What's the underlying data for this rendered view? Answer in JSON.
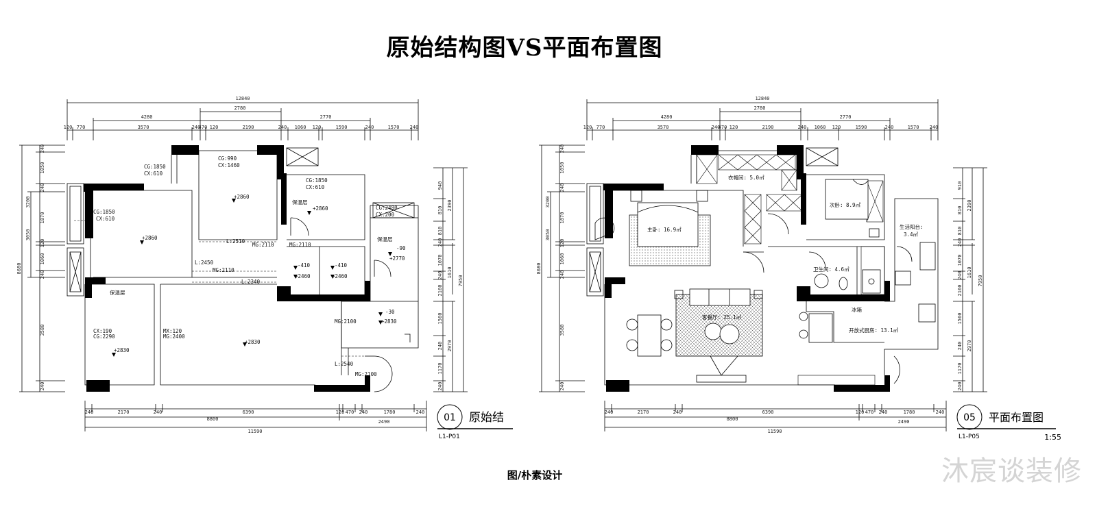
{
  "title": "原始结构图VS平面布置图",
  "credit": "图/朴素设计",
  "watermark": "沐宸谈装修",
  "plans": [
    {
      "badge": {
        "number": "01",
        "name": "原始结",
        "code": "L1-P01",
        "scale": ""
      },
      "top_overall": "12840",
      "top_row2": [
        "4280",
        "2780",
        "2770"
      ],
      "top_row3": [
        "120",
        "770",
        "3570",
        "240",
        "470",
        "120",
        "2190",
        "240",
        "1060",
        "120",
        "1590",
        "240",
        "1570",
        "240"
      ],
      "bottom_row1": [
        "240",
        "2170",
        "240",
        "6390",
        "120",
        "470",
        "240",
        "1780",
        "240"
      ],
      "bottom_row2": [
        "8800",
        "2490"
      ],
      "bottom_overall": "11590",
      "left_segments": [
        "240",
        "1050",
        "240",
        "1870",
        "120",
        "1060",
        "240",
        "3580",
        "240"
      ],
      "left_mid": "3200",
      "left_3050": "3050",
      "left_overall": "8680",
      "right_segments": [
        "940",
        "810",
        "810",
        "240",
        "1070",
        "240",
        "2160",
        "1560",
        "240",
        "1170",
        "240"
      ],
      "right_mid": [
        "2390",
        "1610",
        "2970"
      ],
      "right_overall": "7950",
      "labels": [
        {
          "t": "CG:1850"
        },
        {
          "t": "CX:610"
        },
        {
          "t": "CG:990"
        },
        {
          "t": "CX:1460"
        },
        {
          "t": "CG:1850"
        },
        {
          "t": "CX:610"
        },
        {
          "t": "CG:2480"
        },
        {
          "t": "CX:200"
        },
        {
          "t": "CG:1850"
        },
        {
          "t": "CX:610"
        },
        {
          "t": "+2860"
        },
        {
          "t": "+2860"
        },
        {
          "t": "+2860"
        },
        {
          "t": "保温层"
        },
        {
          "t": "保温层"
        },
        {
          "t": "保温层"
        },
        {
          "t": "L:2510"
        },
        {
          "t": "MG:2110"
        },
        {
          "t": "MG:2110"
        },
        {
          "t": "-90"
        },
        {
          "t": "+2770"
        },
        {
          "t": "L:2450"
        },
        {
          "t": "MG:2110"
        },
        {
          "t": "L:2340"
        },
        {
          "t": "-410"
        },
        {
          "t": "+2460"
        },
        {
          "t": "-410"
        },
        {
          "t": "+2460"
        },
        {
          "t": "-30"
        },
        {
          "t": "+2830"
        },
        {
          "t": "MG:2100"
        },
        {
          "t": "CX:190"
        },
        {
          "t": "CG:2290"
        },
        {
          "t": "+2830"
        },
        {
          "t": "MX:120"
        },
        {
          "t": "MG:2400"
        },
        {
          "t": "+2830"
        },
        {
          "t": "L:2540"
        },
        {
          "t": "MG:2100"
        }
      ]
    },
    {
      "badge": {
        "number": "05",
        "name": "平面布置图",
        "code": "L1-P05",
        "scale": "1:55"
      },
      "top_overall": "12840",
      "top_row2": [
        "4280",
        "2780",
        "2770"
      ],
      "top_row3": [
        "120",
        "770",
        "3570",
        "240",
        "470",
        "120",
        "2190",
        "240",
        "1060",
        "120",
        "1590",
        "240",
        "1570",
        "240"
      ],
      "bottom_row1": [
        "240",
        "2170",
        "240",
        "6390",
        "120",
        "470",
        "240",
        "1780",
        "240"
      ],
      "bottom_row2": [
        "8800",
        "2490"
      ],
      "bottom_overall": "11590",
      "left_segments": [
        "240",
        "1050",
        "240",
        "1870",
        "120",
        "1060",
        "240",
        "3580",
        "240"
      ],
      "left_mid": "3200",
      "left_3050": "3050",
      "left_overall": "8680",
      "right_segments": [
        "910",
        "810",
        "810",
        "240",
        "1070",
        "240",
        "2160",
        "1560",
        "240",
        "1170",
        "240"
      ],
      "right_mid": [
        "2390",
        "1610",
        "2970"
      ],
      "right_overall": "7950",
      "rooms": [
        {
          "t": "主卧: 16.9㎡"
        },
        {
          "t": "衣帽间: 5.0㎡"
        },
        {
          "t": "次卧: 8.9㎡"
        },
        {
          "t": "生活阳台:"
        },
        {
          "t": "3.4㎡"
        },
        {
          "t": "卫生间: 4.6㎡"
        },
        {
          "t": "客餐厅: 25.1㎡"
        },
        {
          "t": "开放式厨房: 13.1㎡"
        },
        {
          "t": "冰箱"
        }
      ]
    }
  ]
}
